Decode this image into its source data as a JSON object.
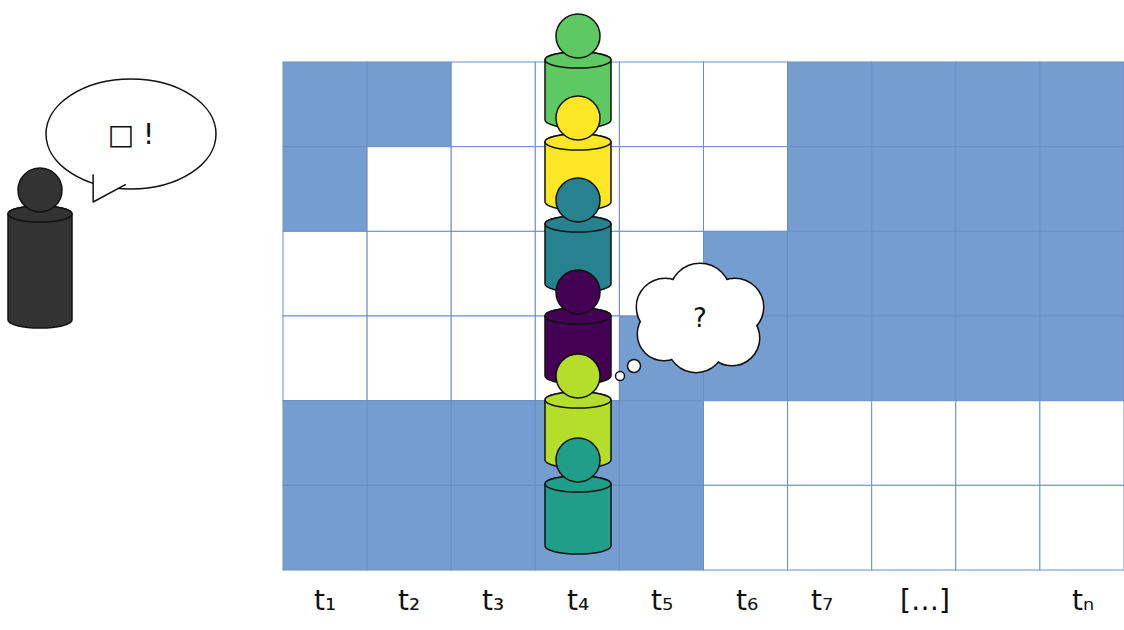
{
  "diagram": {
    "nodes": [
      {
        "text": [
          "□ !"
        ]
      },
      {
        "text": [
          "?"
        ]
      }
    ],
    "labels": [
      "t₁",
      "t₂",
      "t₃",
      "t₄",
      "t₅",
      "t₆",
      "t₇",
      "[…]",
      "tₙ"
    ]
  }
}
